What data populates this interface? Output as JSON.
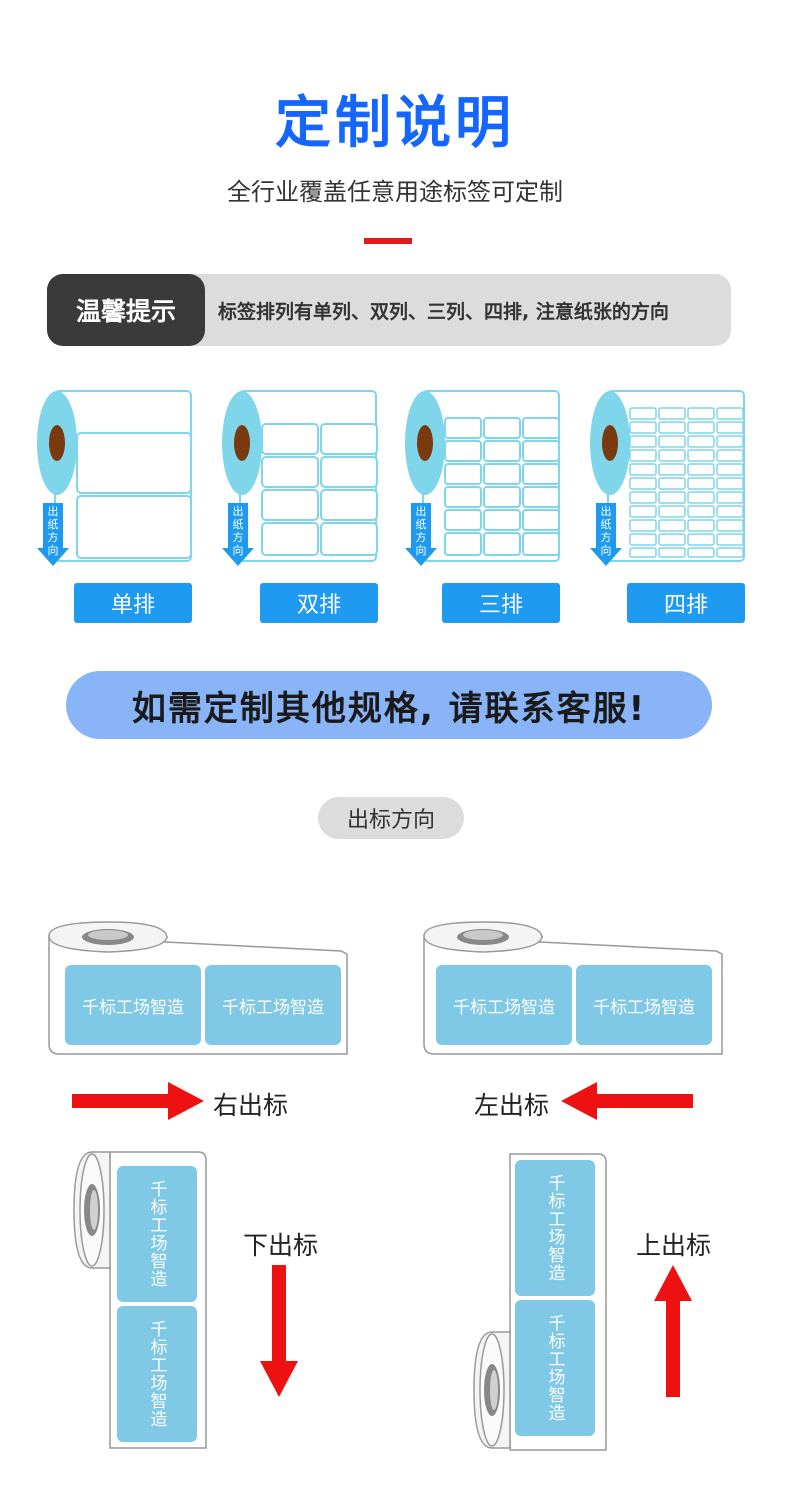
{
  "header": {
    "title": "定制说明",
    "subtitle": "全行业覆盖任意用途标签可定制"
  },
  "tip": {
    "badge": "温馨提示",
    "text": "标签排列有单列、双列、三列、四排, 注意纸张的方向"
  },
  "rolls": {
    "paper_direction": "出纸方向",
    "items": [
      {
        "label": "单排"
      },
      {
        "label": "双排"
      },
      {
        "label": "三排"
      },
      {
        "label": "四排"
      }
    ]
  },
  "cta": "如需定制其他规格, 请联系客服!",
  "direction": {
    "title": "出标方向",
    "label_text": "千标工场智造",
    "right": "右出标",
    "left": "左出标",
    "down": "下出标",
    "up": "上出标"
  },
  "colors": {
    "accent_blue": "#1565ff",
    "label_blue": "#7fc8e6",
    "arrow_red": "#ee1111",
    "button_blue": "#1e9bf0"
  }
}
